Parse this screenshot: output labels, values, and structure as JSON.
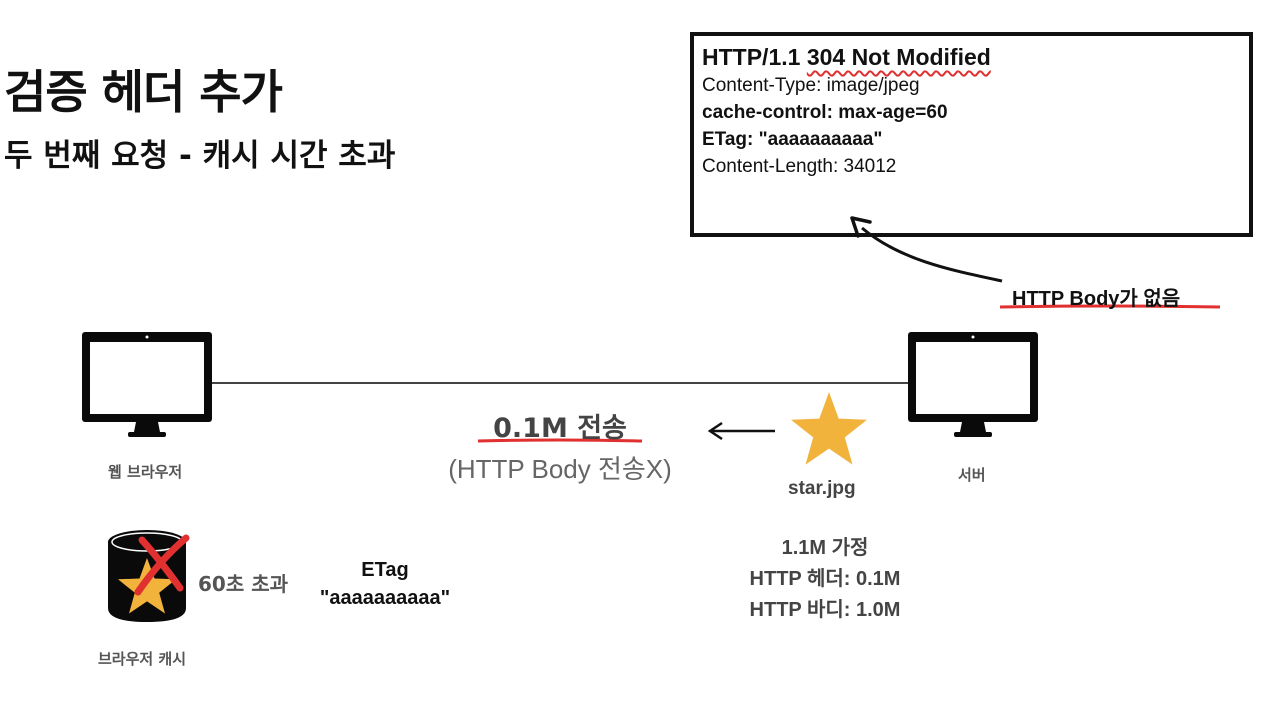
{
  "header": {
    "title": "검증 헤더 추가",
    "subtitle": "두 번째 요청 - 캐시 시간 초과"
  },
  "response": {
    "status_prefix": "HTTP/1.1 ",
    "status_highlight": "304 Not Modified",
    "headers": [
      "Content-Type: image/jpeg",
      "cache-control: max-age=60",
      "ETag: \"aaaaaaaaaa\"",
      "Content-Length: 34012"
    ]
  },
  "note": {
    "body_missing": "HTTP Body가 없음"
  },
  "client": {
    "label": "웹 브라우저"
  },
  "server": {
    "label": "서버"
  },
  "transfer": {
    "main": "0.1M 전송",
    "sub": "(HTTP Body 전송X)"
  },
  "resource": {
    "file": "star.jpg"
  },
  "assumptions": [
    "1.1M 가정",
    "HTTP 헤더: 0.1M",
    "HTTP 바디: 1.0M"
  ],
  "cache": {
    "label": "브라우저 캐시",
    "time": "60초 초과"
  },
  "etag": {
    "label": "ETag",
    "value": "\"aaaaaaaaaa\""
  },
  "colors": {
    "star": "#F2B33D",
    "underline": "#E03030",
    "cross": "#E03030",
    "stroke": "#111111"
  }
}
